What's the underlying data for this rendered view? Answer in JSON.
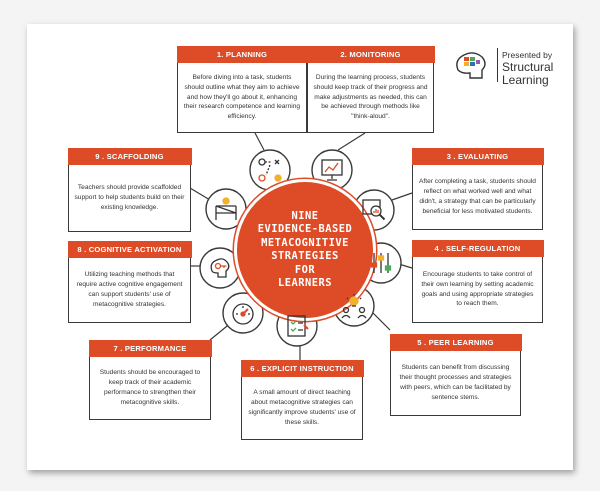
{
  "center": {
    "title": "NINE\nEVIDENCE-BASED\nMETACOGNITIVE\nSTRATEGIES\nFOR\nLEARNERS"
  },
  "brand": {
    "presented_by": "Presented by",
    "name": "Structural\nLearning"
  },
  "colors": {
    "accent": "#dd4b27",
    "ink": "#333333",
    "yellow": "#f2b02b",
    "green": "#4cab5b",
    "blue": "#2e6fb0"
  },
  "strategies": [
    {
      "title": "1.    PLANNING",
      "icon": "planning-icon",
      "text": "Before diving into a task, students should outline what they aim to achieve and how they'll go about it, enhancing their research competence and learning efficiency."
    },
    {
      "title": "2. MONITORING",
      "icon": "monitor-chart-icon",
      "text": "During the learning process, students should keep track of their progress and make adjustments as needed, this can be achieved through methods like \"think-aloud\"."
    },
    {
      "title": "3 . EVALUATING",
      "icon": "magnify-chart-icon",
      "text": "After completing a task, students should reflect on what  worked well and what didn't, a strategy that can be particularly beneficial for less motivated students."
    },
    {
      "title": "4 . SELF-REGULATION",
      "icon": "sliders-icon",
      "text": "Encourage students to take control of their own learning by setting academic goals and using appropriate strategies to reach them."
    },
    {
      "title": "5 . PEER LEARNING",
      "icon": "peer-lightbulb-icon",
      "text": "Students can benefit from discussing their thought processes and strategies with peers, which can be facilitated by sentence stems."
    },
    {
      "title": "6 . EXPLICIT INSTRUCTION",
      "icon": "checklist-icon",
      "text": "A small amount of direct teaching about metacognitive strategies can significantly improve students' use of these skills."
    },
    {
      "title": "7 . PERFORMANCE MONITORING",
      "icon": "gauge-icon",
      "text": "Students should be encouraged to keep track of their academic performance to strengthen their metacognitive skills."
    },
    {
      "title": "8 . COGNITIVE ACTIVATION",
      "icon": "brain-key-icon",
      "text": "Utilizing teaching methods that require active cognitive engagement can support students' use of metacognitive strategies."
    },
    {
      "title": "9 . SCAFFOLDING",
      "icon": "scaffold-icon",
      "text": "Teachers should provide scaffolded support to help students build on their existing knowledge."
    }
  ]
}
